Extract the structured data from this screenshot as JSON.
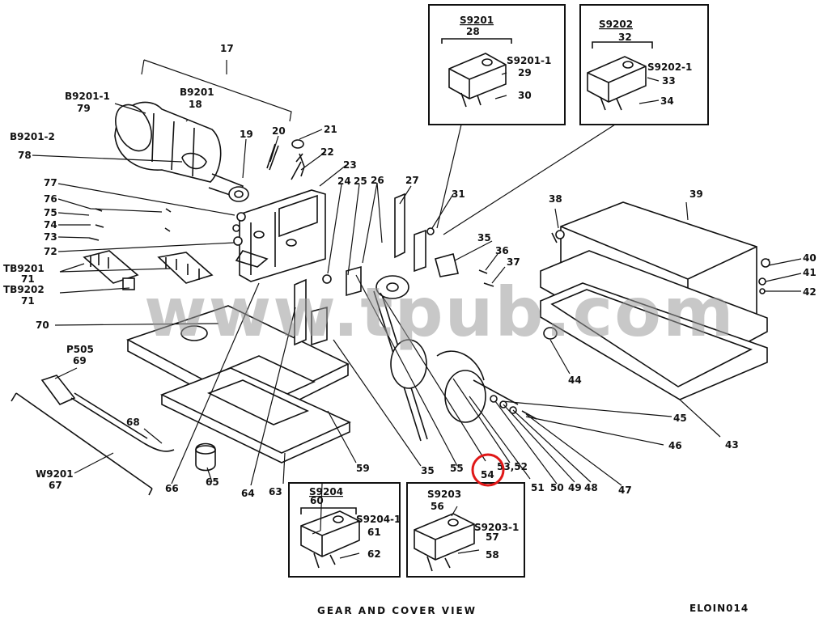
{
  "caption": "GEAR AND COVER VIEW",
  "figure_id": "ELOIN014",
  "watermark": "www.tpub.com",
  "highlight_color": "#e01818",
  "inset_labels": {
    "s9201": {
      "title": "S9201",
      "num": "28",
      "sub": "S9201-1",
      "a": "29",
      "b": "30"
    },
    "s9202": {
      "title": "S9202",
      "num": "32",
      "sub": "S9202-1",
      "a": "33",
      "b": "34"
    },
    "s9204": {
      "title": "S9204",
      "num": "60",
      "sub": "S9204-1",
      "a": "61",
      "b": "62"
    },
    "s9203": {
      "title": "S9203",
      "num": "56",
      "sub": "S9203-1",
      "a": "57",
      "b": "58"
    }
  },
  "labels": {
    "l17": "17",
    "lb9201_1": "B9201-1",
    "l79": "79",
    "lb9201": "B9201",
    "l18": "18",
    "lb9201_2": "B9201-2",
    "l78": "78",
    "l19": "19",
    "l20": "20",
    "l21": "21",
    "l22": "22",
    "l23": "23",
    "l24": "24",
    "l25": "25",
    "l26": "26",
    "l27": "27",
    "l31": "31",
    "l77": "77",
    "l76": "76",
    "l75": "75",
    "l74": "74",
    "l73": "73",
    "l72": "72",
    "ltb9201": "TB9201",
    "l71a": "71",
    "ltb9202": "TB9202",
    "l71b": "71",
    "l70": "70",
    "lp505": "P505",
    "l69": "69",
    "l68": "68",
    "lw9201": "W9201",
    "l67": "67",
    "l66": "66",
    "l65": "65",
    "l64": "64",
    "l63": "63",
    "l59": "59",
    "l35b": "35",
    "l55": "55",
    "l54": "54",
    "l53_52": "53,52",
    "l51": "51",
    "l50": "50",
    "l49": "49",
    "l48": "48",
    "l47": "47",
    "l46": "46",
    "l45": "45",
    "l44": "44",
    "l43": "43",
    "l38": "38",
    "l39": "39",
    "l40": "40",
    "l41": "41",
    "l42": "42",
    "l35a": "35",
    "l36": "36",
    "l37": "37"
  }
}
